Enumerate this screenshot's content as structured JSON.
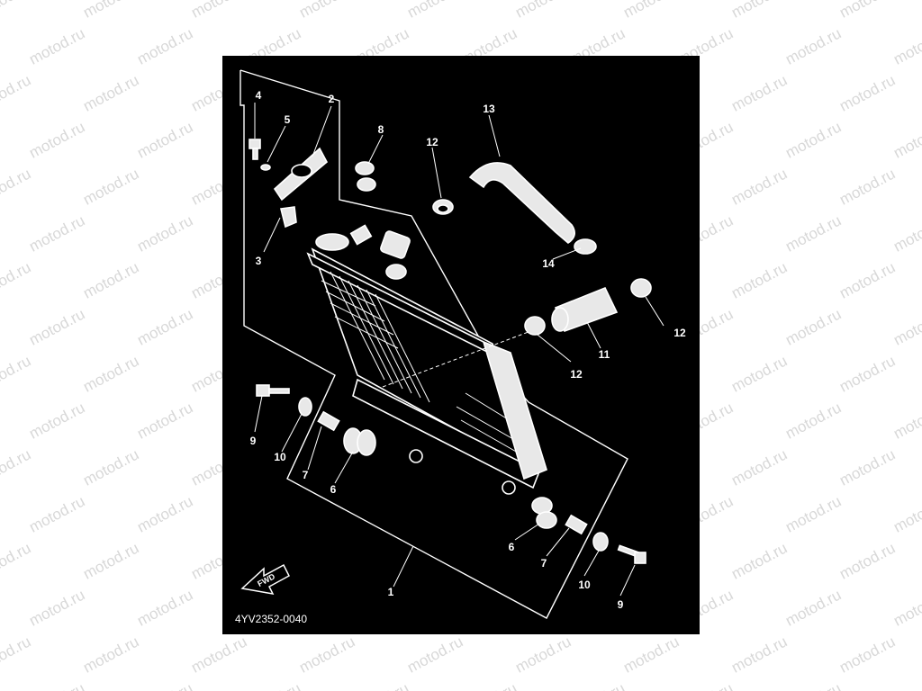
{
  "watermark": {
    "text": "motod.ru"
  },
  "diagram": {
    "code": "4YV2352-0040",
    "fwd_label": "FWD",
    "callouts": [
      {
        "id": "c4",
        "text": "4"
      },
      {
        "id": "c5",
        "text": "5"
      },
      {
        "id": "c2",
        "text": "2"
      },
      {
        "id": "c3",
        "text": "3"
      },
      {
        "id": "c8",
        "text": "8"
      },
      {
        "id": "c12a",
        "text": "12"
      },
      {
        "id": "c13",
        "text": "13"
      },
      {
        "id": "c14",
        "text": "14"
      },
      {
        "id": "c12b",
        "text": "12"
      },
      {
        "id": "c11",
        "text": "11"
      },
      {
        "id": "c12c",
        "text": "12"
      },
      {
        "id": "c9a",
        "text": "9"
      },
      {
        "id": "c10a",
        "text": "10"
      },
      {
        "id": "c7a",
        "text": "7"
      },
      {
        "id": "c6a",
        "text": "6"
      },
      {
        "id": "c6b",
        "text": "6"
      },
      {
        "id": "c7b",
        "text": "7"
      },
      {
        "id": "c10b",
        "text": "10"
      },
      {
        "id": "c9b",
        "text": "9"
      },
      {
        "id": "c1",
        "text": "1"
      }
    ]
  }
}
